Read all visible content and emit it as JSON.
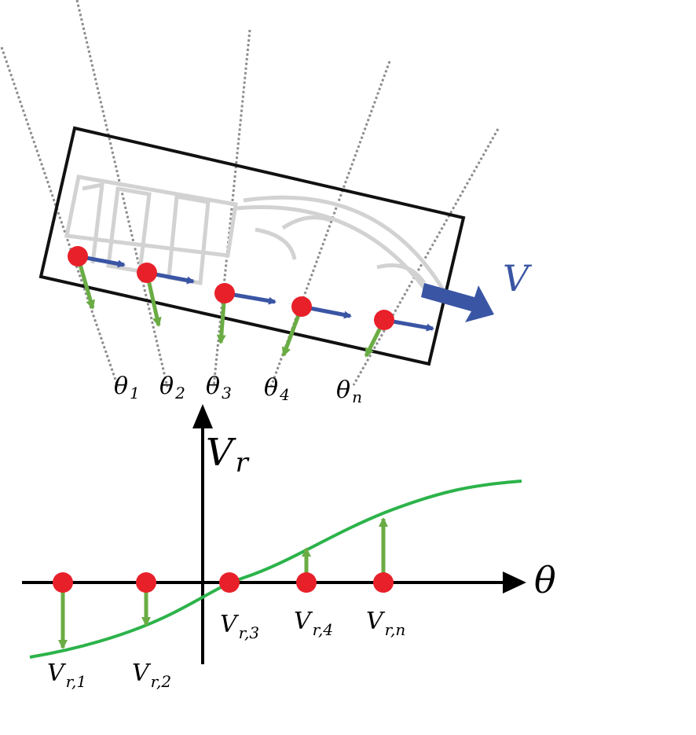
{
  "colors": {
    "point": "#e8202a",
    "velocity": "#3a55a4",
    "radial": "#6aac44",
    "curve": "#2cb34a",
    "axis": "#000000",
    "ray": "#8c8c8c",
    "watermark": "#d2d2d2"
  },
  "labels": {
    "velocity": "V",
    "axis_y_main": "V",
    "axis_y_sub": "r",
    "axis_x": "θ"
  },
  "angles": [
    {
      "main": "θ",
      "sub": "1"
    },
    {
      "main": "θ",
      "sub": "2"
    },
    {
      "main": "θ",
      "sub": "3"
    },
    {
      "main": "θ",
      "sub": "4"
    },
    {
      "main": "θ",
      "sub": "n"
    }
  ],
  "radial_values": [
    {
      "main": "V",
      "sub": "r,1"
    },
    {
      "main": "V",
      "sub": "r,2"
    },
    {
      "main": "V",
      "sub": "r,3"
    },
    {
      "main": "V",
      "sub": "r,4"
    },
    {
      "main": "V",
      "sub": "r,n"
    }
  ]
}
